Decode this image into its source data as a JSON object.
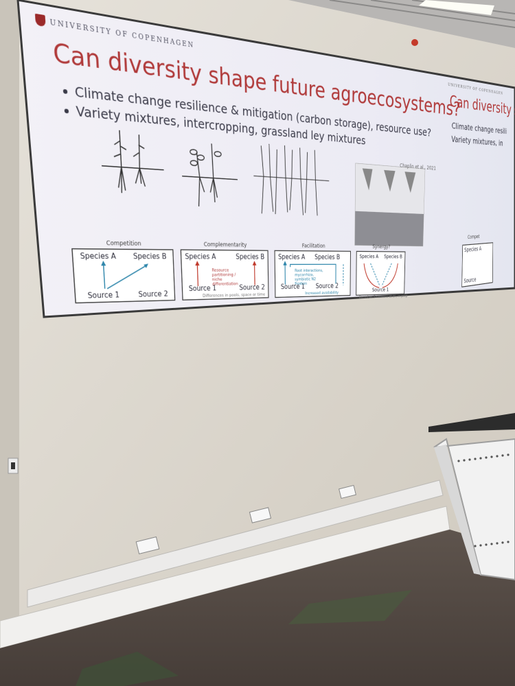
{
  "slide": {
    "institution": "UNIVERSITY OF COPENHAGEN",
    "title": "Can diversity shape future agroecosystems?",
    "bullets": [
      "Climate change resilience & mitigation (carbon storage), resource use?",
      "Variety mixtures, intercropping, grassland ley mixtures"
    ],
    "citation": "Chaplin et al., 2021",
    "panels": [
      {
        "title": "Competition",
        "species_a": "Species A",
        "species_b": "Species B",
        "source_1": "Source 1",
        "source_2": "Source 2",
        "note": ""
      },
      {
        "title": "Complementarity",
        "species_a": "Species A",
        "species_b": "Species B",
        "source_1": "Source 1",
        "source_2": "Source 2",
        "note": "Resource partitioning / niche differentiation",
        "footnote": "Differences in pools, space or time"
      },
      {
        "title": "Facilitation",
        "species_a": "Species A",
        "species_b": "Species B",
        "source_1": "Source 1",
        "source_2": "Source 2",
        "note": "Root interactions, mycorrhiza, symbiotic N2 fixation",
        "footnote": "Increased availability"
      },
      {
        "title": "Synergy?",
        "species_a": "Species A",
        "species_b": "Species B",
        "source_1": "Source 1",
        "source_2": "",
        "note": ""
      }
    ],
    "panel_credit": "Based on Smeekens et al., in prep"
  },
  "next_slide": {
    "institution": "UNIVERSITY OF COPENHAGEN",
    "title": "Can diversity sha",
    "bullets": [
      "Climate change resili",
      "Variety mixtures, in"
    ],
    "panel_title": "Compet",
    "species_a": "Species A",
    "source": "Source"
  },
  "colors": {
    "title_red": "#b03a3a",
    "arrow_red": "#c0392b",
    "arrow_blue": "#2e86ab",
    "wall": "#ddd8cf",
    "carpet": "#554a44"
  }
}
